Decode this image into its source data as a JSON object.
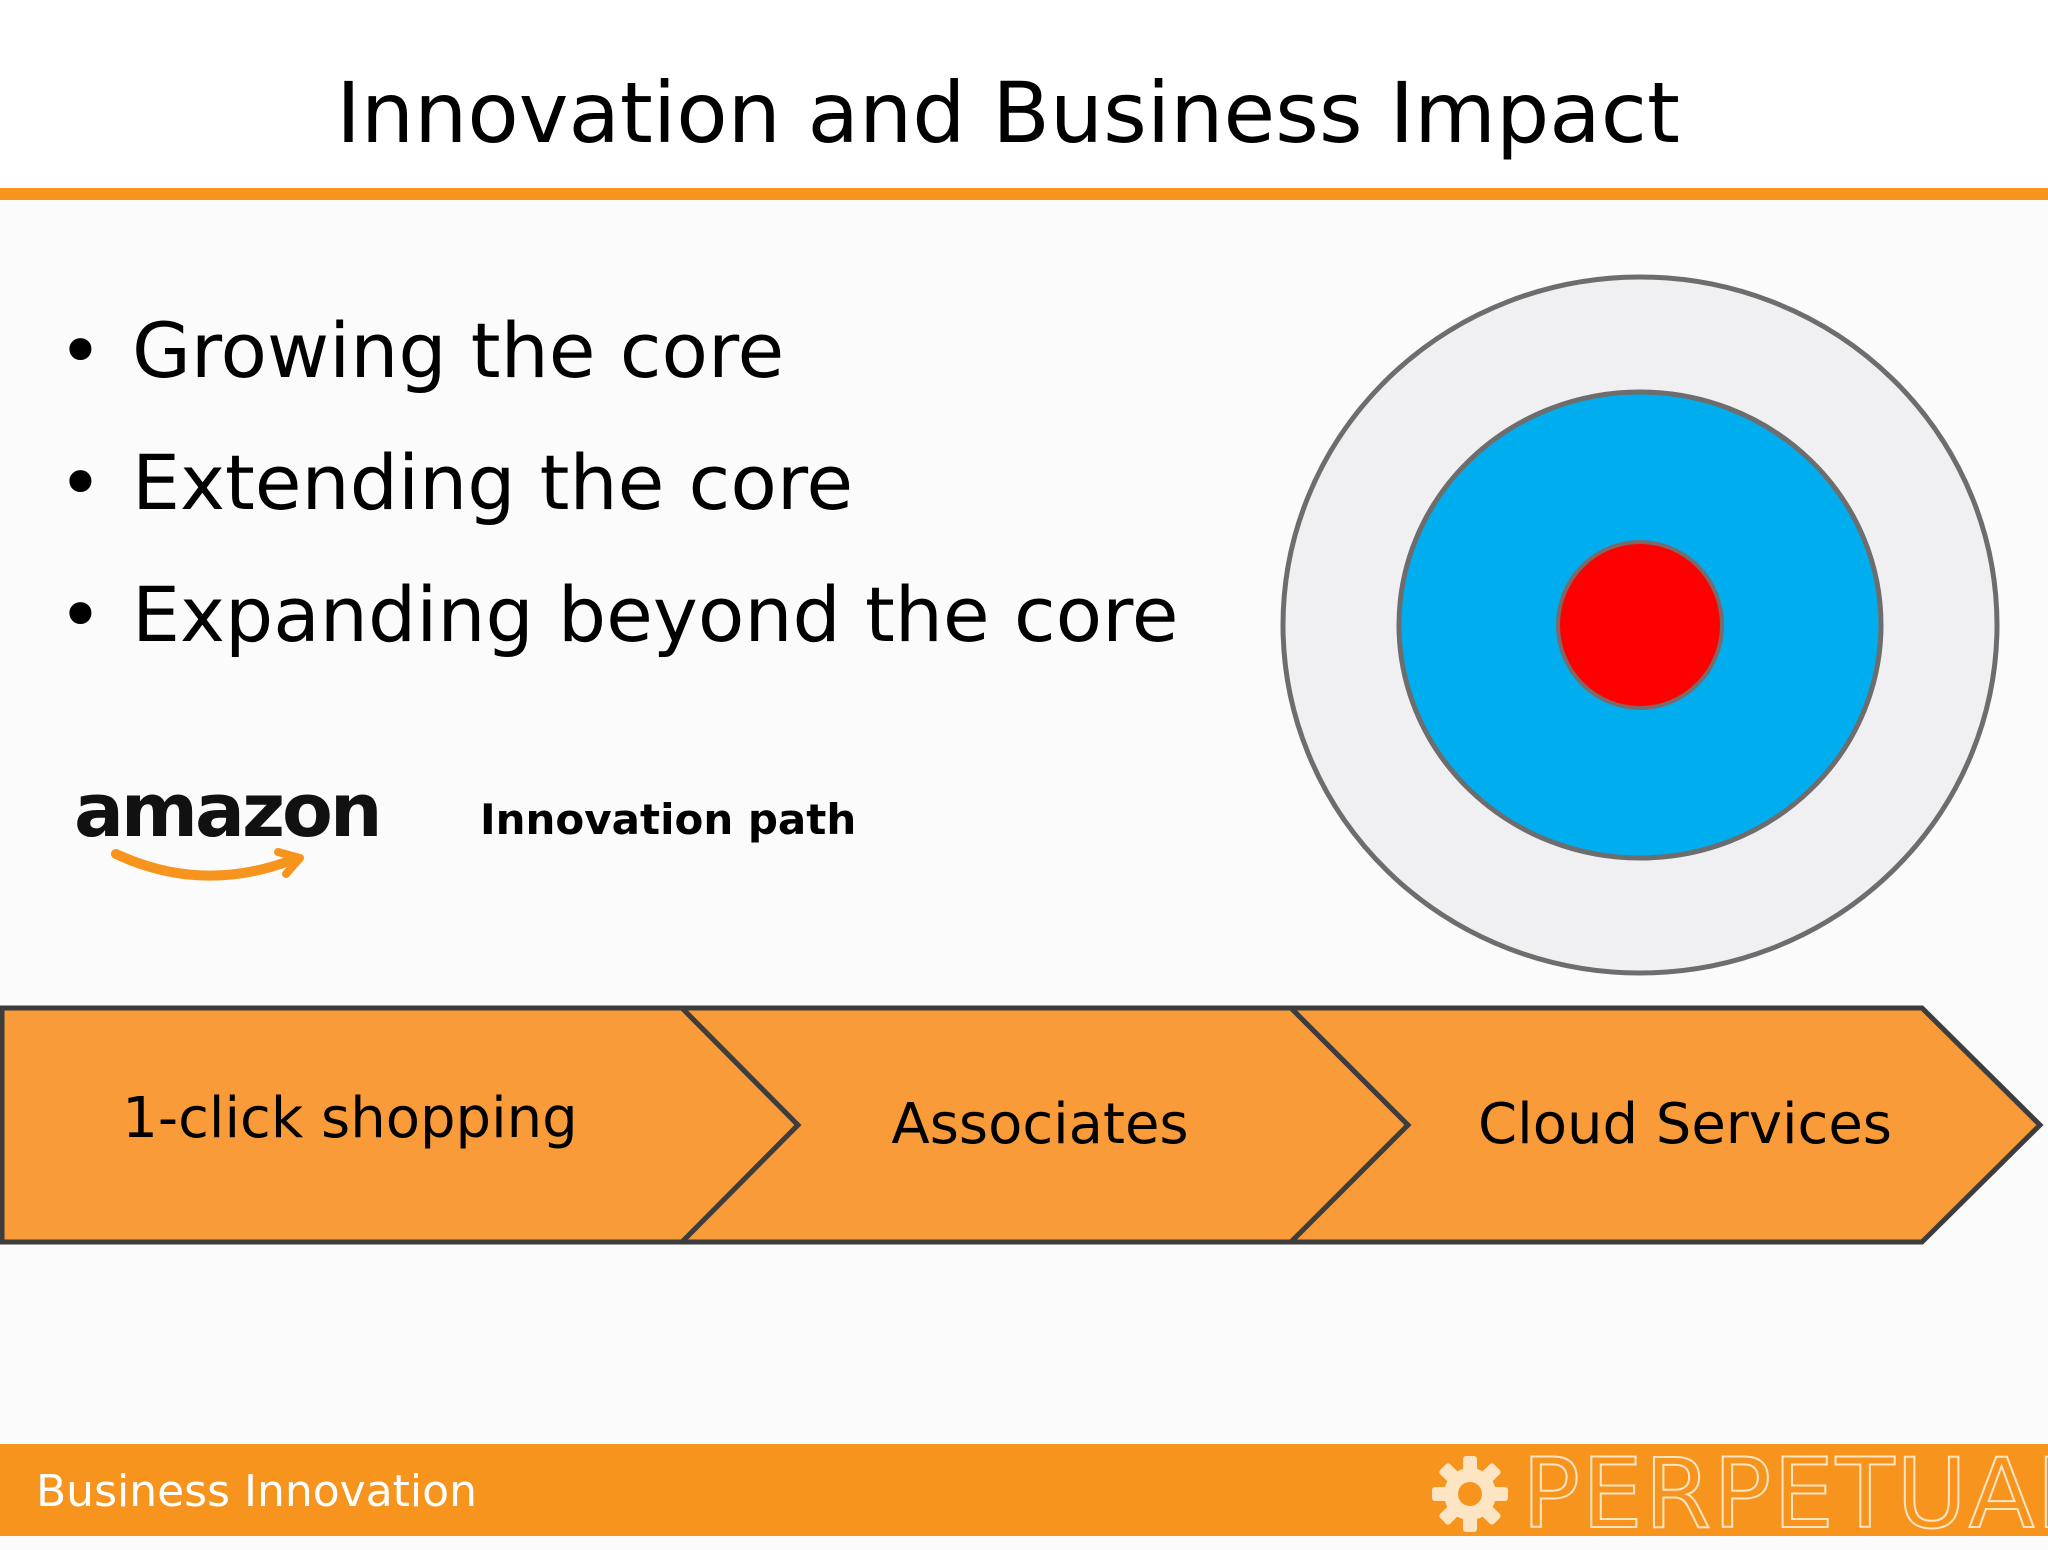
{
  "slide": {
    "title": "Innovation and Business Impact"
  },
  "bullets": [
    {
      "text": "Growing the core"
    },
    {
      "text": "Extending the core"
    },
    {
      "text": "Expanding beyond the core"
    }
  ],
  "logo": {
    "wordmark": "amazon",
    "caption": "Innovation path"
  },
  "path_steps": [
    {
      "label": "1-click shopping"
    },
    {
      "label": "Associates"
    },
    {
      "label": "Cloud Services"
    }
  ],
  "footer": {
    "text": "Business Innovation",
    "brand": "PERPETUAL"
  },
  "colors": {
    "accent": "#f7941d",
    "chevron_fill": "#f89b38",
    "target_outer": "#f0f0f2",
    "target_middle": "#00aeef",
    "target_center": "#ff0000",
    "outline": "#6d6d6d"
  },
  "icons": {
    "bullet": "bullet-dot-icon",
    "target": "target-rings-icon",
    "brand_mark": "gear-icon"
  }
}
